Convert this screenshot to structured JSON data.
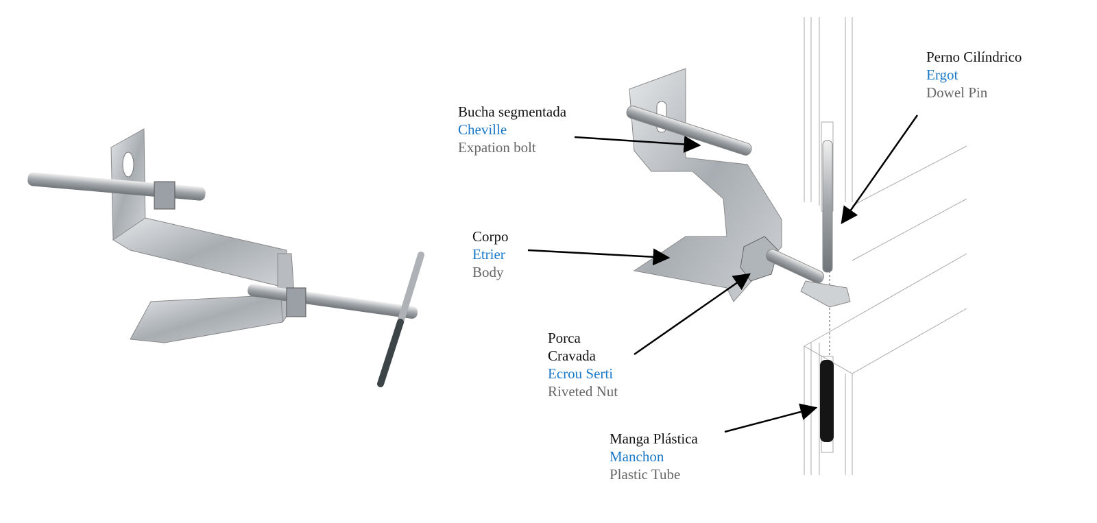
{
  "colors": {
    "pt": "#111111",
    "fr": "#1a78c8",
    "en": "#666666"
  },
  "labels": {
    "expansion_bolt": {
      "pt": "Bucha segmentada",
      "fr": "Cheville",
      "en": "Expation bolt"
    },
    "body": {
      "pt": "Corpo",
      "fr": "Etrier",
      "en": "Body"
    },
    "riveted_nut": {
      "pt": "Porca",
      "pt2": "Cravada",
      "fr": "Ecrou Serti",
      "en": "Riveted Nut"
    },
    "dowel_pin": {
      "pt": "Perno Cilíndrico",
      "fr": "Ergot",
      "en": "Dowel Pin"
    },
    "plastic_tube": {
      "pt": "Manga Plástica",
      "fr": "Manchon",
      "en": "Plastic Tube"
    }
  }
}
